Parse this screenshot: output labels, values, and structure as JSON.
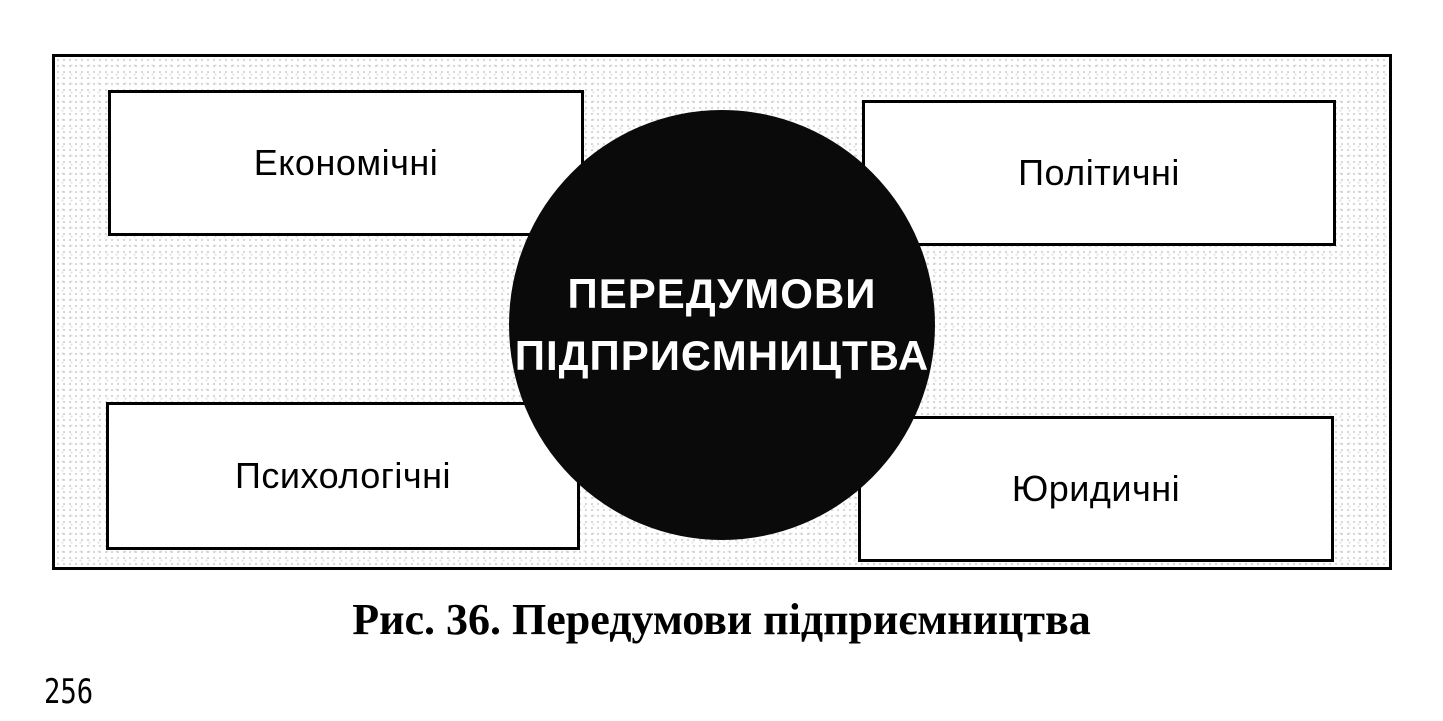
{
  "diagram": {
    "center": {
      "line1": "ПЕРЕДУМОВИ",
      "line2": "ПІДПРИЄМНИЦТВА"
    },
    "boxes": {
      "economic": "Економічні",
      "political": "Політичні",
      "psychological": "Психологічні",
      "legal": "Юридичні"
    },
    "colors": {
      "circle_fill": "#0a0a0a",
      "circle_text": "#ffffff",
      "box_border": "#000000"
    }
  },
  "caption": "Рис. 36. Передумови підприємництва",
  "page_number": "256"
}
